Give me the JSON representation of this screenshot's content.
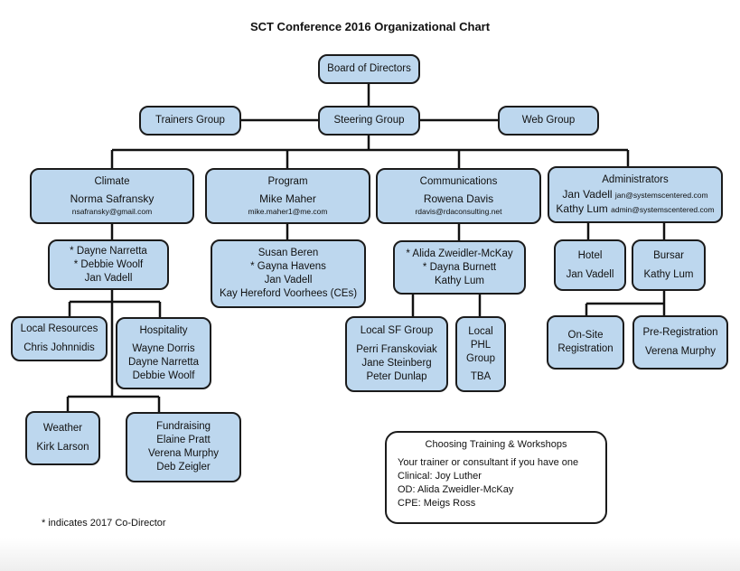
{
  "title": "SCT Conference 2016 Organizational Chart",
  "colors": {
    "box_fill": "#bdd7ee",
    "box_border": "#1b1b1b",
    "connector": "#111111"
  },
  "top": {
    "board": "Board of Directors",
    "steering": "Steering Group",
    "trainers": "Trainers Group",
    "web": "Web Group"
  },
  "climate": {
    "header": "Climate",
    "lead": "Norma Safransky",
    "email": "nsafransky@gmail.com",
    "team": [
      "* Dayne Narretta",
      "* Debbie Woolf",
      "Jan Vadell"
    ],
    "local_resources": {
      "header": "Local Resources",
      "members": [
        "Chris Johnnidis"
      ]
    },
    "hospitality": {
      "header": "Hospitality",
      "members": [
        "Wayne Dorris",
        "Dayne Narretta",
        "Debbie Woolf"
      ]
    },
    "weather": {
      "header": "Weather",
      "members": [
        "Kirk Larson"
      ]
    },
    "fundraising": {
      "header": "Fundraising",
      "members": [
        "Elaine Pratt",
        "Verena Murphy",
        "Deb Zeigler"
      ]
    }
  },
  "program": {
    "header": "Program",
    "lead": "Mike Maher",
    "email": "mike.maher1@me.com",
    "team": [
      "Susan Beren",
      "* Gayna Havens",
      "Jan Vadell",
      "Kay Hereford Voorhees (CEs)"
    ]
  },
  "communications": {
    "header": "Communications",
    "lead": "Rowena Davis",
    "email": "rdavis@rdaconsulting.net",
    "team": [
      "* Alida Zweidler-McKay",
      "* Dayna Burnett",
      "Kathy Lum"
    ],
    "local_sf": {
      "header": "Local SF Group",
      "members": [
        "Perri Franskoviak",
        "Jane Steinberg",
        "Peter Dunlap"
      ]
    },
    "local_phl": {
      "header_lines": [
        "Local",
        "PHL",
        "Group"
      ],
      "members": [
        "TBA"
      ]
    }
  },
  "administrators": {
    "header": "Administrators",
    "leads": [
      {
        "name": "Jan Vadell",
        "email": "jan@systemscentered.com"
      },
      {
        "name": "Kathy Lum",
        "email": "admin@systemscentered.com"
      }
    ],
    "hotel": {
      "header": "Hotel",
      "members": [
        "Jan Vadell"
      ]
    },
    "bursar": {
      "header": "Bursar",
      "members": [
        "Kathy Lum"
      ]
    },
    "onsite": {
      "header_lines": [
        "On-Site",
        "Registration"
      ]
    },
    "prereg": {
      "header": "Pre-Registration",
      "members": [
        "Verena Murphy"
      ]
    }
  },
  "training_note": {
    "header": "Choosing Training & Workshops",
    "lines": [
      "Your trainer or consultant if you have one",
      "Clinical: Joy Luther",
      "OD: Alida Zweidler-McKay",
      "CPE: Meigs Ross"
    ]
  },
  "footnote": "* indicates 2017 Co-Director"
}
